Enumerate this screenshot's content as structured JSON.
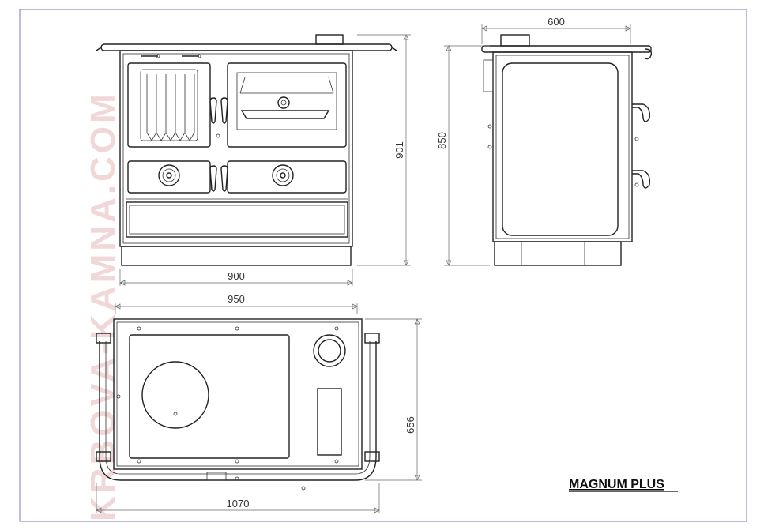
{
  "title": "MAGNUM PLUS",
  "watermark": "KRBOVA-KAMNA.COM",
  "dimensions": {
    "front_width": "900",
    "front_height": "901",
    "side_depth": "600",
    "side_height": "850",
    "top_width": "950",
    "top_depth": "656",
    "top_overall_width": "1070"
  }
}
